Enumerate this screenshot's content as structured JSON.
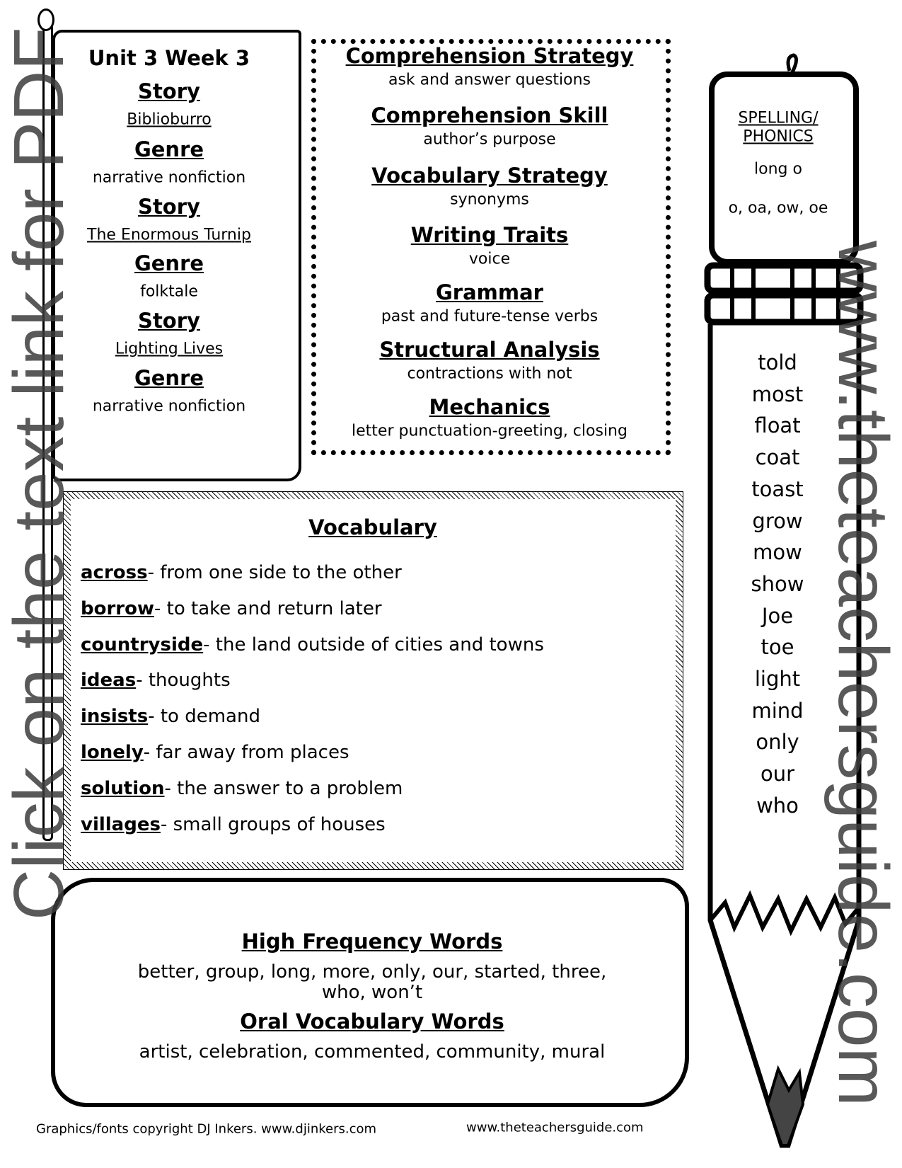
{
  "flag": {
    "title": "Unit 3 Week 3",
    "items": [
      {
        "label": "Story",
        "value": "Biblioburro",
        "underline": true
      },
      {
        "label": "Genre",
        "value": "narrative nonfiction",
        "underline": false
      },
      {
        "label": "Story",
        "value": "The Enormous Turnip",
        "underline": true
      },
      {
        "label": "Genre",
        "value": "folktale",
        "underline": false
      },
      {
        "label": "Story",
        "value": "Lighting Lives",
        "underline": true
      },
      {
        "label": "Genre",
        "value": "narrative nonfiction",
        "underline": false
      }
    ]
  },
  "skills": [
    {
      "label": "Comprehension Strategy",
      "value": "ask and answer questions"
    },
    {
      "label": "Comprehension Skill",
      "value": "author’s purpose"
    },
    {
      "label": "Vocabulary Strategy",
      "value": "synonyms"
    },
    {
      "label": "Writing Traits",
      "value": "voice"
    },
    {
      "label": "Grammar",
      "value": "past and future-tense verbs"
    },
    {
      "label": "Structural Analysis",
      "value": "contractions with not"
    },
    {
      "label": "Mechanics",
      "value": "letter punctuation-greeting, closing"
    }
  ],
  "spelling": {
    "title_line1": "SPELLING/",
    "title_line2": "PHONICS",
    "pattern": "long o",
    "spellings": "o, oa, ow, oe",
    "words": [
      "told",
      "most",
      "float",
      "coat",
      "toast",
      "grow",
      "mow",
      "show",
      "Joe",
      "toe",
      "light",
      "mind",
      "only",
      "our",
      "who"
    ]
  },
  "vocabulary": {
    "title": "Vocabulary",
    "entries": [
      {
        "word": "across",
        "definition": "-  from one side to the other"
      },
      {
        "word": "borrow",
        "definition": "- to take and return later"
      },
      {
        "word": "countryside",
        "definition": "- the land outside of cities and towns"
      },
      {
        "word": "ideas",
        "definition": "- thoughts"
      },
      {
        "word": "insists",
        "definition": "- to demand"
      },
      {
        "word": "lonely",
        "definition": "- far away from places"
      },
      {
        "word": "solution",
        "definition": "- the answer to a problem"
      },
      {
        "word": "villages",
        "definition": "- small groups of houses"
      }
    ]
  },
  "high_frequency": {
    "title": "High Frequency Words",
    "line1": "better, group, long, more, only, our, started, three,",
    "line2": "who, won’t"
  },
  "oral_vocabulary": {
    "title": "Oral Vocabulary Words",
    "words": "artist, celebration, commented, community, mural"
  },
  "footer": {
    "copyright": "Graphics/fonts copyright DJ Inkers. www.djinkers.com",
    "site": "www.theteachersguide.com"
  },
  "watermark": {
    "line1": "Click on the text link for PDF",
    "line2": "www.theteachersguide.com"
  }
}
